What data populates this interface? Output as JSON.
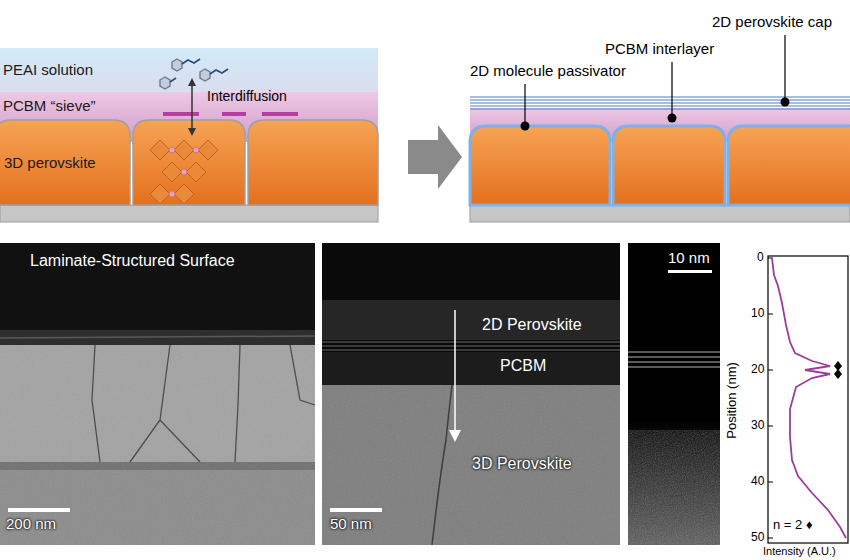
{
  "diagram": {
    "nodes": [
      {
        "text": [
          "PEAI solution"
        ]
      },
      {
        "text": [
          "PCBM “sieve”"
        ]
      },
      {
        "text": [
          "3D perovskite"
        ]
      },
      {
        "text": [
          "Laminate-Structured Surface",
          "200 nm"
        ]
      },
      {
        "text": [
          "2D Perovskite",
          "PCBM",
          "3D Perovskite",
          "50 nm"
        ]
      },
      {
        "text": [
          "10 nm"
        ]
      },
      {
        "text": [
          "n = 2 ♦"
        ]
      }
    ],
    "labels": [
      "Interdiffusion",
      "2D molecule passivator",
      "PCBM interlayer",
      "2D perovskite cap",
      "Position (nm)",
      "0",
      "10",
      "20",
      "30",
      "40",
      "50",
      "Intensity (A.U.)"
    ]
  }
}
